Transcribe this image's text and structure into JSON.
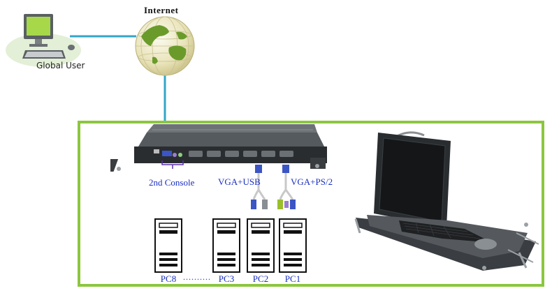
{
  "internet_label": "Internet",
  "global_user_label": "Global User",
  "console_label": "2nd Console",
  "vga_usb_label": "VGA+USB",
  "vga_ps2_label": "VGA+PS/2",
  "pcs": [
    {
      "label": "PC8"
    },
    {
      "label": "PC3"
    },
    {
      "label": "PC2"
    },
    {
      "label": "PC1"
    }
  ],
  "ellipsis": "..........",
  "colors": {
    "frame": "#8cc63f",
    "link_line": "#33a6c8",
    "label_blue": "#1a2fbf",
    "device": "#2a2d30"
  }
}
